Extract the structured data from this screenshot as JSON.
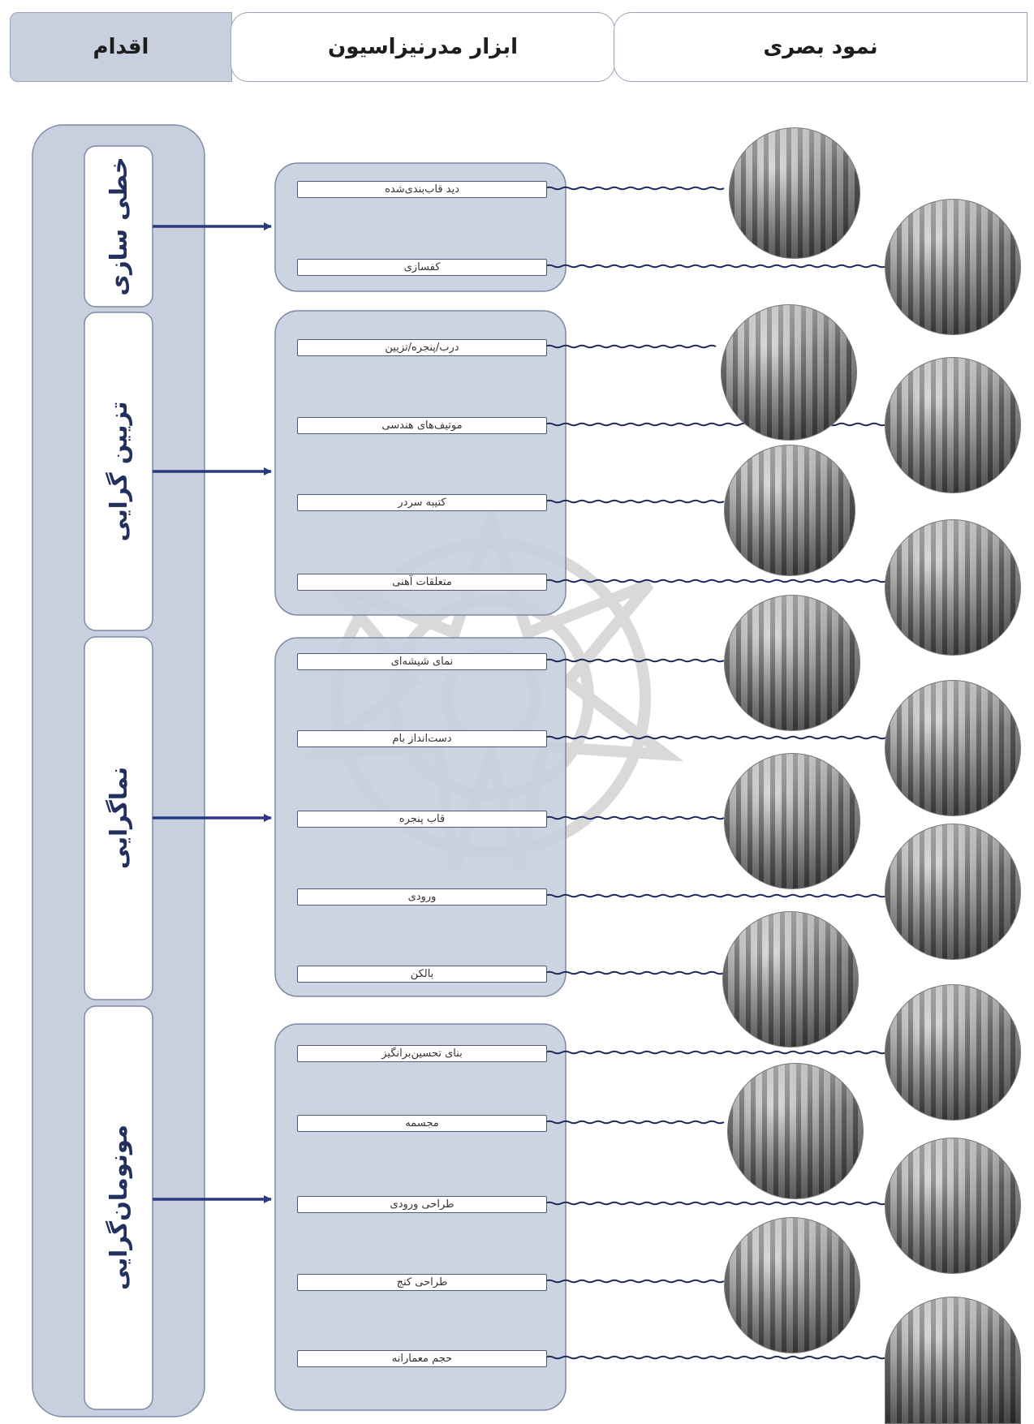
{
  "headers": {
    "visual": "نمود بصری",
    "tools": "ابزار مدرنیزاسیون",
    "action": "اقدام"
  },
  "categories": [
    {
      "label": "خطی سازی",
      "tools": [
        "دید قاب‌بندی‌شده",
        "کفسازی"
      ]
    },
    {
      "label": "تزیین گرایی",
      "tools": [
        "درب/پنجره/تزیین",
        "موتیف‌های هندسی",
        "کتیبه سردر",
        "متعلقات آهنی"
      ]
    },
    {
      "label": "نماگرایی",
      "tools": [
        "نمای شیشه‌ای",
        "دست‌انداز بام",
        "قاب پنجره",
        "ورودی",
        "بالکن"
      ]
    },
    {
      "label": "مونومان‌گرایی",
      "tools": [
        "بنای تحسین‌برانگیز",
        "مجسمه",
        "طراحی ورودی",
        "طراحی کنج",
        "حجم معمارانه"
      ]
    }
  ],
  "photos": [
    "tehran-street-view-photo",
    "crowded-street-photo",
    "ornate-facade-photo",
    "geometric-window-photo",
    "shop-sign-photo",
    "iron-canopy-photo",
    "glass-storefront-photo",
    "roof-parapet-photo",
    "window-frame-facade-photo",
    "entrance-street-photo",
    "balcony-photo",
    "monumental-building-photo",
    "statue-photo",
    "entrance-design-photo",
    "corner-building-photo",
    "architectural-volume-photo"
  ],
  "colors": {
    "arrow": "#2a3a80",
    "panel": "#c8d0e0",
    "panel_border": "#7d89a4",
    "connector": "#1c2858",
    "header_action": "#c8d0e0"
  }
}
